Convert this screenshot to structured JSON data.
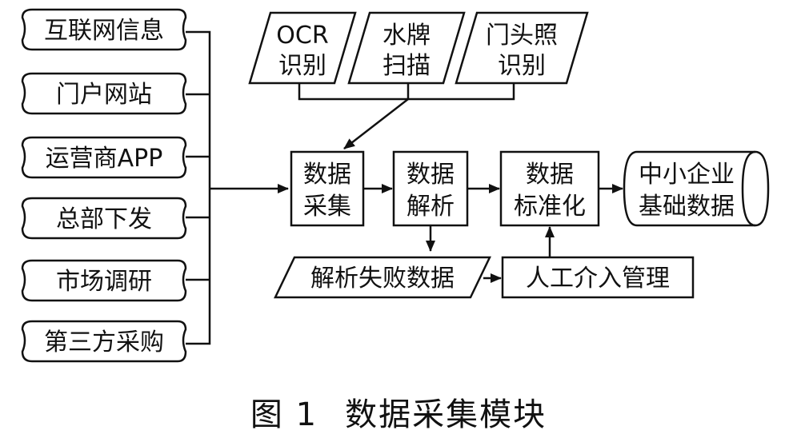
{
  "sources": [
    "互联网信息",
    "门户网站",
    "运营商APP",
    "总部下发",
    "市场调研",
    "第三方采购"
  ],
  "inputs": [
    {
      "line1": "OCR",
      "line2": "识别"
    },
    {
      "line1": "水牌",
      "line2": "扫描"
    },
    {
      "line1": "门头照",
      "line2": "识别"
    }
  ],
  "process": {
    "collect": {
      "line1": "数据",
      "line2": "采集"
    },
    "parse": {
      "line1": "数据",
      "line2": "解析"
    },
    "standardize": {
      "line1": "数据",
      "line2": "标准化"
    }
  },
  "database": {
    "line1": "中小企业",
    "line2": "基础数据"
  },
  "failed": "解析失败数据",
  "manual": "人工介入管理",
  "caption": {
    "number": "图 1",
    "title": "数据采集模块"
  }
}
